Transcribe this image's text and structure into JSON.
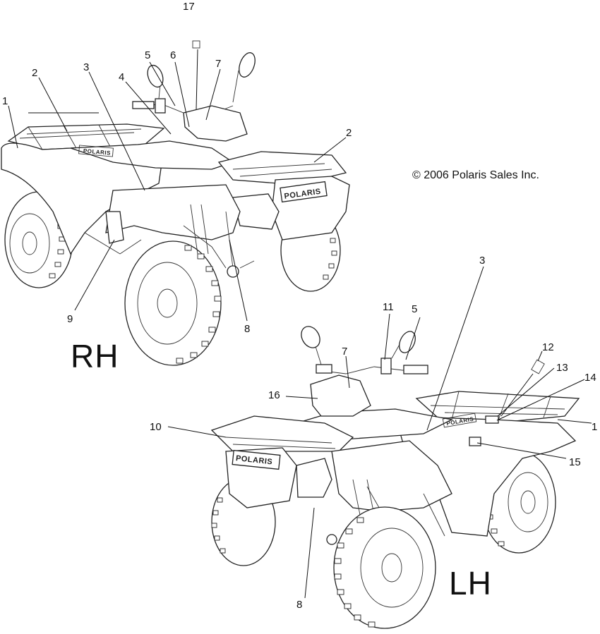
{
  "copyright": "© 2006 Polaris Sales Inc.",
  "views": {
    "rh": {
      "label": "RH"
    },
    "lh": {
      "label": "LH"
    }
  },
  "brand_decal": "POLARIS",
  "callouts_rh": [
    "1",
    "2",
    "3",
    "4",
    "5",
    "6",
    "17",
    "7",
    "2",
    "9",
    "8"
  ],
  "callouts_lh": [
    "3",
    "11",
    "5",
    "7",
    "12",
    "13",
    "14",
    "16",
    "10",
    "1",
    "15",
    "8"
  ]
}
